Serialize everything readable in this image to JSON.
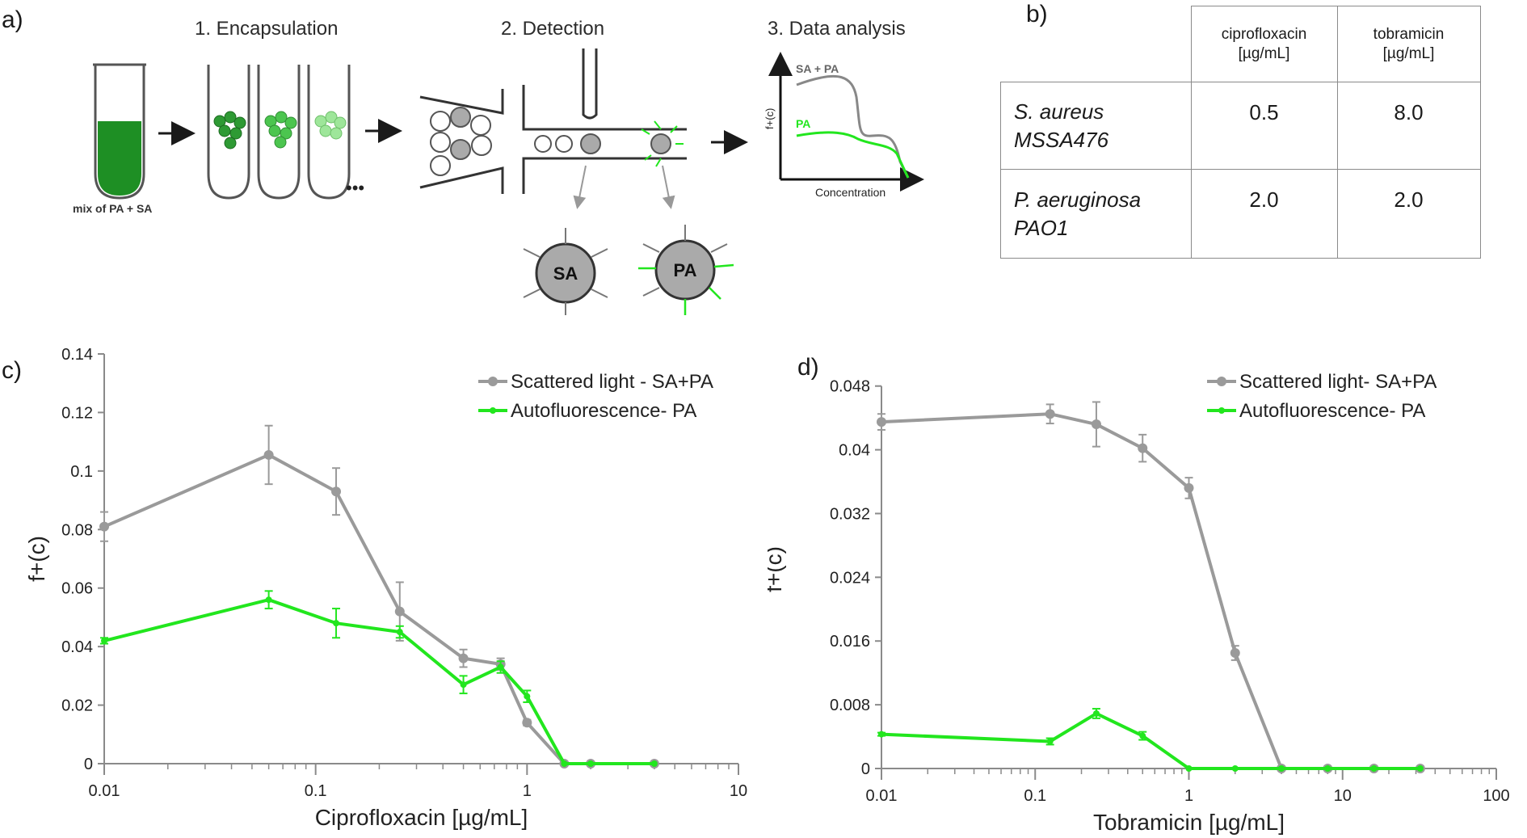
{
  "schematic": {
    "panel_label": "a)",
    "steps": [
      {
        "title": "1. Encapsulation"
      },
      {
        "title": "2. Detection"
      },
      {
        "title": "3. Data analysis"
      }
    ],
    "mix_label": "mix of PA + SA",
    "ellipsis": "•••",
    "bead_labels": [
      "SA",
      "PA"
    ],
    "mini_plot": {
      "ylabel": "f+(c)",
      "xlabel": "Concentration",
      "curve_labels": [
        "SA + PA",
        "PA"
      ]
    }
  },
  "table": {
    "panel_label": "b)",
    "columns": [
      {
        "line1": "ciprofloxacin",
        "line2": "[µg/mL]"
      },
      {
        "line1": "tobramicin",
        "line2": "[µg/mL]"
      }
    ],
    "rows": [
      {
        "org1": "S. aureus",
        "org2": "MSSA476",
        "values": [
          "0.5",
          "8.0"
        ]
      },
      {
        "org1": "P. aeruginosa",
        "org2": "PAO1",
        "values": [
          "2.0",
          "2.0"
        ]
      }
    ]
  },
  "colors": {
    "gray_series": "#9a9a9a",
    "green_series": "#22e61e",
    "axis": "#8a8a8a"
  },
  "chart_data": [
    {
      "panel_label": "c)",
      "type": "line",
      "xscale": "log",
      "xlim": [
        0.01,
        10
      ],
      "ylim": [
        0,
        0.14
      ],
      "xlabel": "Ciprofloxacin [µg/mL]",
      "ylabel": "f+(c)",
      "xticks": [
        0.01,
        0.1,
        1,
        10
      ],
      "xtick_labels": [
        "0.01",
        "0.1",
        "1",
        "10"
      ],
      "yticks": [
        0,
        0.02,
        0.04,
        0.06,
        0.08,
        0.1,
        0.12,
        0.14
      ],
      "ytick_labels": [
        "0",
        "0.02",
        "0.04",
        "0.06",
        "0.08",
        "0.1",
        "0.12",
        "0.14"
      ],
      "legend_position": "top-right",
      "series": [
        {
          "name": "Scattered light - SA+PA",
          "color": "gray",
          "x": [
            0.01,
            0.06,
            0.125,
            0.25,
            0.5,
            0.75,
            1,
            1.5,
            2,
            4
          ],
          "y": [
            0.081,
            0.1055,
            0.093,
            0.052,
            0.036,
            0.034,
            0.014,
            0,
            0,
            0
          ],
          "err": [
            0.005,
            0.01,
            0.008,
            0.01,
            0.003,
            0.002,
            0.001,
            0,
            0,
            0
          ]
        },
        {
          "name": "Autofluorescence- PA",
          "color": "green",
          "x": [
            0.01,
            0.06,
            0.125,
            0.25,
            0.5,
            0.75,
            1,
            1.5,
            2,
            4
          ],
          "y": [
            0.042,
            0.056,
            0.048,
            0.045,
            0.027,
            0.033,
            0.023,
            0,
            0,
            0
          ],
          "err": [
            0.001,
            0.003,
            0.005,
            0.002,
            0.003,
            0.002,
            0.002,
            0,
            0,
            0
          ]
        }
      ]
    },
    {
      "panel_label": "d)",
      "type": "line",
      "xscale": "log",
      "xlim": [
        0.01,
        100
      ],
      "ylim": [
        0,
        0.05
      ],
      "xlabel": "Tobramicin [µg/mL]",
      "ylabel": "f+(c)",
      "xticks": [
        0.01,
        0.1,
        1,
        10,
        100
      ],
      "xtick_labels": [
        "0.01",
        "0.1",
        "1",
        "10",
        "100"
      ],
      "yticks": [
        0,
        0.008,
        0.016,
        0.024,
        0.032,
        0.04,
        0.048
      ],
      "ytick_labels": [
        "0",
        "0.008",
        "0.016",
        "0.024",
        "0.032",
        "0.04",
        "0.048"
      ],
      "legend_position": "top-right",
      "series": [
        {
          "name": "Scattered light- SA+PA",
          "color": "gray",
          "x": [
            0.01,
            0.125,
            0.25,
            0.5,
            1,
            2,
            4,
            8,
            16,
            32
          ],
          "y": [
            0.0435,
            0.0445,
            0.0432,
            0.0402,
            0.0352,
            0.0145,
            0,
            0,
            0,
            0
          ],
          "err": [
            0.001,
            0.0012,
            0.0028,
            0.0017,
            0.0013,
            0.0009,
            0,
            0,
            0,
            0
          ]
        },
        {
          "name": "Autofluorescence- PA",
          "color": "green",
          "x": [
            0.01,
            0.125,
            0.25,
            0.5,
            1,
            2,
            4,
            8,
            16,
            32
          ],
          "y": [
            0.0043,
            0.0034,
            0.0069,
            0.0041,
            0,
            0,
            0,
            0,
            0,
            0
          ],
          "err": [
            0.0002,
            0.0004,
            0.0006,
            0.0005,
            0,
            0,
            0,
            0,
            0,
            0
          ]
        }
      ]
    }
  ]
}
